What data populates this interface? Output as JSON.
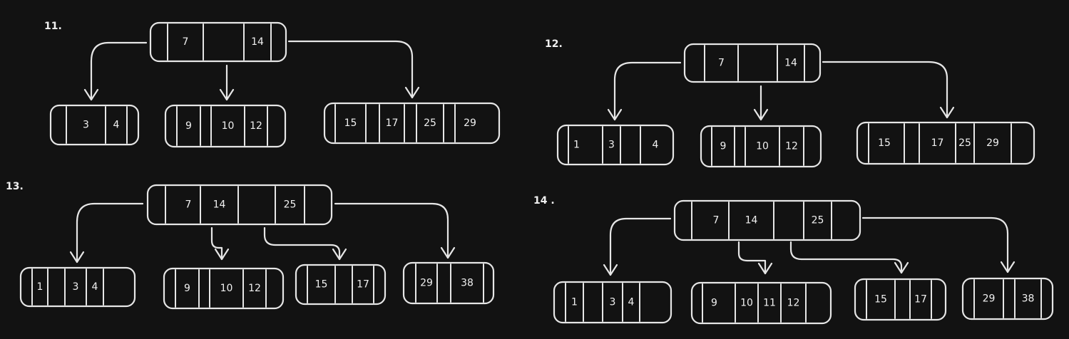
{
  "steps": [
    {
      "label": "11.",
      "root": {
        "keys": [
          "7",
          "",
          "14"
        ]
      },
      "children": [
        {
          "keys": [
            "3",
            "4"
          ]
        },
        {
          "keys": [
            "9",
            "10",
            "12"
          ]
        },
        {
          "keys": [
            "15",
            "17",
            "25",
            "29"
          ]
        }
      ]
    },
    {
      "label": "12.",
      "root": {
        "keys": [
          "7",
          "",
          "14"
        ]
      },
      "children": [
        {
          "keys": [
            "1",
            "3",
            "",
            "4"
          ]
        },
        {
          "keys": [
            "9",
            "10",
            "12"
          ]
        },
        {
          "keys": [
            "15",
            "17",
            "25",
            "29"
          ]
        }
      ]
    },
    {
      "label": "13.",
      "root": {
        "keys": [
          "7",
          "14",
          "",
          "25"
        ]
      },
      "children": [
        {
          "keys": [
            "1",
            "3",
            "4"
          ]
        },
        {
          "keys": [
            "9",
            "10",
            "12"
          ]
        },
        {
          "keys": [
            "15",
            "17"
          ]
        },
        {
          "keys": [
            "29",
            "38"
          ]
        }
      ]
    },
    {
      "label": "14 .",
      "root": {
        "keys": [
          "7",
          "14",
          "",
          "25"
        ]
      },
      "children": [
        {
          "keys": [
            "1",
            "3",
            "4"
          ]
        },
        {
          "keys": [
            "9",
            "10",
            "11",
            "12"
          ]
        },
        {
          "keys": [
            "15",
            "17"
          ]
        },
        {
          "keys": [
            "29",
            "38"
          ]
        }
      ]
    }
  ]
}
